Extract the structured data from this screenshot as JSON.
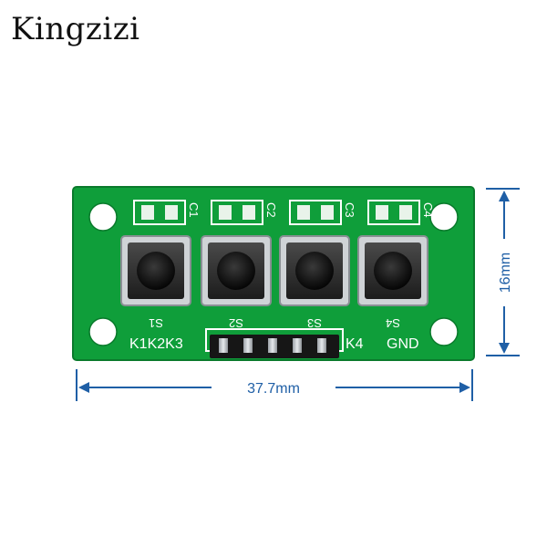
{
  "brand": {
    "name": "Kingzizi"
  },
  "board": {
    "capacitor_labels": [
      "C1",
      "C2",
      "C3",
      "C4"
    ],
    "switch_labels": [
      "S1",
      "S2",
      "S3",
      "S4"
    ],
    "pin_labels": {
      "left": "K1K2K3",
      "k4": "K4",
      "gnd": "GND"
    },
    "header_pin_count": 5
  },
  "dimensions": {
    "width_label": "37.7mm",
    "height_label": "16mm"
  },
  "colors": {
    "pcb": "#0f9e3a",
    "pcb_edge": "#0a7a2c",
    "dimension": "#1f5fa6",
    "silkscreen": "#ffffff"
  }
}
